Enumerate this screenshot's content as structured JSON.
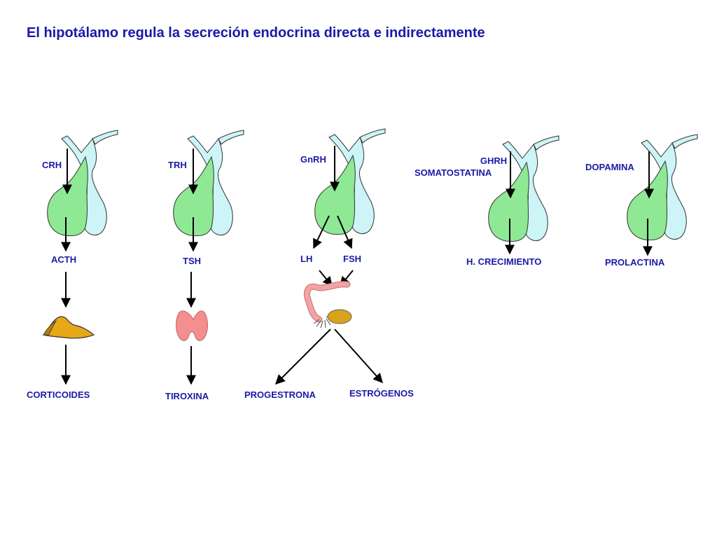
{
  "title": "El hipotálamo regula la secreción endocrina directa e indirectamente",
  "colors": {
    "text": "#1a1aa6",
    "anterior_pituitary": "#8fe894",
    "posterior_pituitary": "#cdf4f6",
    "adrenal": "#e6a817",
    "thyroid": "#f48f90",
    "ovary": "#d9a21b",
    "tube": "#f2a3a3",
    "arrow": "#000000"
  },
  "columns": [
    {
      "releasing": "CRH",
      "pituitary": "ACTH",
      "target_icon": "adrenal-gland-icon",
      "products": [
        "CORTICOIDES"
      ]
    },
    {
      "releasing": "TRH",
      "pituitary": "TSH",
      "target_icon": "thyroid-icon",
      "products": [
        "TIROXINA"
      ]
    },
    {
      "releasing": "GnRH",
      "pituitary_pair": [
        "LH",
        "FSH"
      ],
      "target_icon": "ovary-fallopian-tube-icon",
      "products": [
        "PROGESTRONA",
        "ESTRÓGENOS"
      ]
    },
    {
      "releasing_lines": [
        "GHRH",
        "SOMATOSTATINA"
      ],
      "pituitary": "H. CRECIMIENTO"
    },
    {
      "releasing": "DOPAMINA",
      "pituitary": "PROLACTINA"
    }
  ]
}
